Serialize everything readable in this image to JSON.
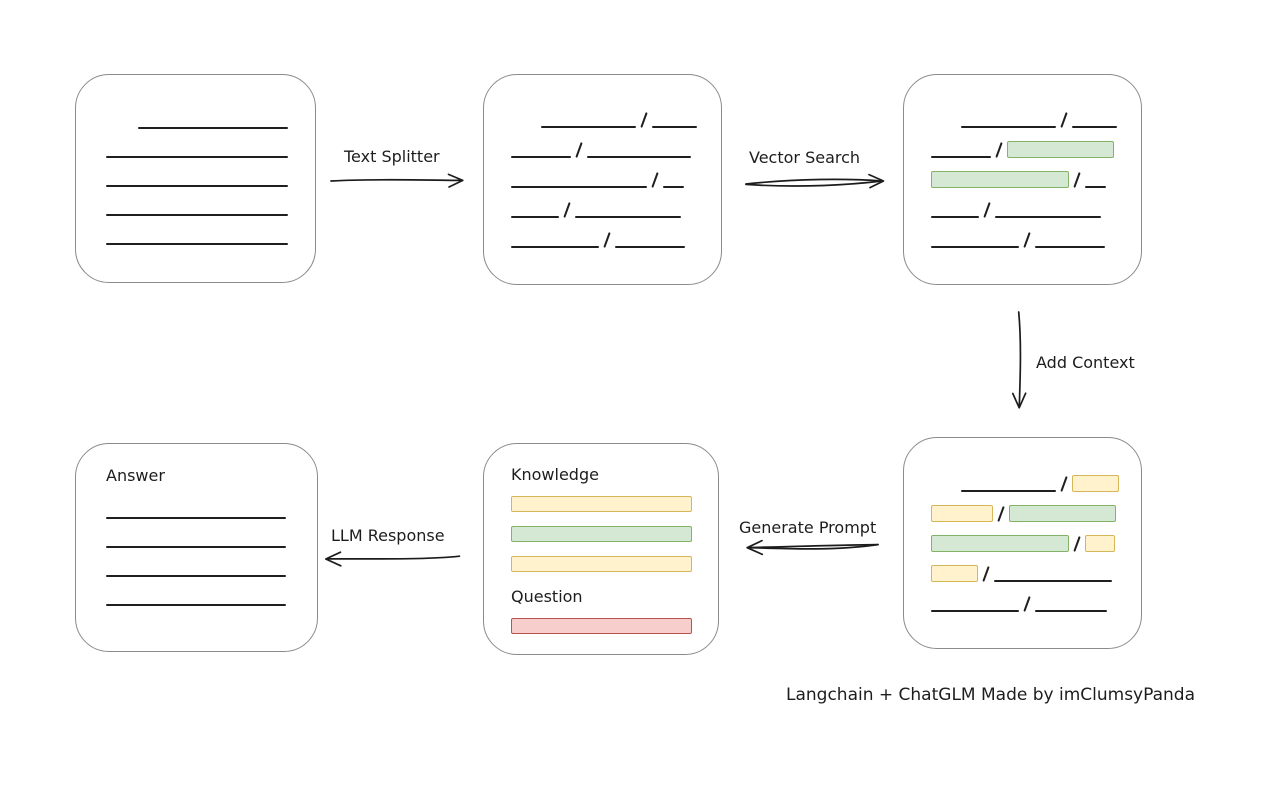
{
  "colors": {
    "green_fill": "#d5e8d4",
    "green_stroke": "#82b366",
    "yellow_fill": "#fff2cc",
    "yellow_stroke": "#d6b656",
    "red_fill": "#f8cecc",
    "red_stroke": "#b85450",
    "line_color": "#1f1f1f",
    "box_border": "#8b8b8b"
  },
  "labels": {
    "text_splitter": "Text Splitter",
    "vector_search": "Vector Search",
    "add_context": "Add Context",
    "generate_prompt": "Generate Prompt",
    "llm_response": "LLM Response",
    "knowledge": "Knowledge",
    "question": "Question",
    "answer": "Answer",
    "caption": "Langchain + ChatGLM Made by imClumsyPanda"
  },
  "boxes": {
    "document": {
      "rows": [
        [
          {
            "t": "g",
            "w": 32
          },
          {
            "t": "l",
            "w": 150
          }
        ],
        [
          {
            "t": "l",
            "w": 182
          }
        ],
        [
          {
            "t": "l",
            "w": 182
          }
        ],
        [
          {
            "t": "l",
            "w": 182
          }
        ],
        [
          {
            "t": "l",
            "w": 182
          }
        ]
      ]
    },
    "split": {
      "rows": [
        [
          {
            "t": "g",
            "w": 30
          },
          {
            "t": "l",
            "w": 95
          },
          {
            "t": "s"
          },
          {
            "t": "l",
            "w": 45
          }
        ],
        [
          {
            "t": "l",
            "w": 60
          },
          {
            "t": "s"
          },
          {
            "t": "l",
            "w": 104
          }
        ],
        [
          {
            "t": "l",
            "w": 136
          },
          {
            "t": "s"
          },
          {
            "t": "l",
            "w": 21
          }
        ],
        [
          {
            "t": "l",
            "w": 48
          },
          {
            "t": "s"
          },
          {
            "t": "l",
            "w": 106
          }
        ],
        [
          {
            "t": "l",
            "w": 88
          },
          {
            "t": "s"
          },
          {
            "t": "l",
            "w": 70
          }
        ]
      ]
    },
    "vector": {
      "rows": [
        [
          {
            "t": "g",
            "w": 30
          },
          {
            "t": "l",
            "w": 95
          },
          {
            "t": "s"
          },
          {
            "t": "l",
            "w": 45
          }
        ],
        [
          {
            "t": "l",
            "w": 60
          },
          {
            "t": "s"
          },
          {
            "t": "b",
            "c": "green",
            "w": 107
          }
        ],
        [
          {
            "t": "b",
            "c": "green",
            "w": 138
          },
          {
            "t": "s"
          },
          {
            "t": "l",
            "w": 21
          }
        ],
        [
          {
            "t": "l",
            "w": 48
          },
          {
            "t": "s"
          },
          {
            "t": "l",
            "w": 106
          }
        ],
        [
          {
            "t": "l",
            "w": 88
          },
          {
            "t": "s"
          },
          {
            "t": "l",
            "w": 70
          }
        ]
      ]
    },
    "context": {
      "rows": [
        [
          {
            "t": "g",
            "w": 30
          },
          {
            "t": "l",
            "w": 95
          },
          {
            "t": "s"
          },
          {
            "t": "b",
            "c": "yellow",
            "w": 47
          }
        ],
        [
          {
            "t": "b",
            "c": "yellow",
            "w": 62
          },
          {
            "t": "s"
          },
          {
            "t": "b",
            "c": "green",
            "w": 107
          }
        ],
        [
          {
            "t": "b",
            "c": "green",
            "w": 138
          },
          {
            "t": "s"
          },
          {
            "t": "b",
            "c": "yellow",
            "w": 30
          }
        ],
        [
          {
            "t": "b",
            "c": "yellow",
            "w": 47
          },
          {
            "t": "s"
          },
          {
            "t": "l",
            "w": 118
          }
        ],
        [
          {
            "t": "l",
            "w": 88
          },
          {
            "t": "s"
          },
          {
            "t": "l",
            "w": 72
          }
        ]
      ]
    },
    "prompt": {
      "knowledge_bars": [
        "yellow",
        "green",
        "yellow"
      ],
      "question_bars": [
        "red"
      ]
    },
    "answer": {
      "rows": [
        [
          {
            "t": "l",
            "w": 180
          }
        ],
        [
          {
            "t": "l",
            "w": 180
          }
        ],
        [
          {
            "t": "l",
            "w": 180
          }
        ],
        [
          {
            "t": "l",
            "w": 180
          }
        ]
      ]
    }
  }
}
